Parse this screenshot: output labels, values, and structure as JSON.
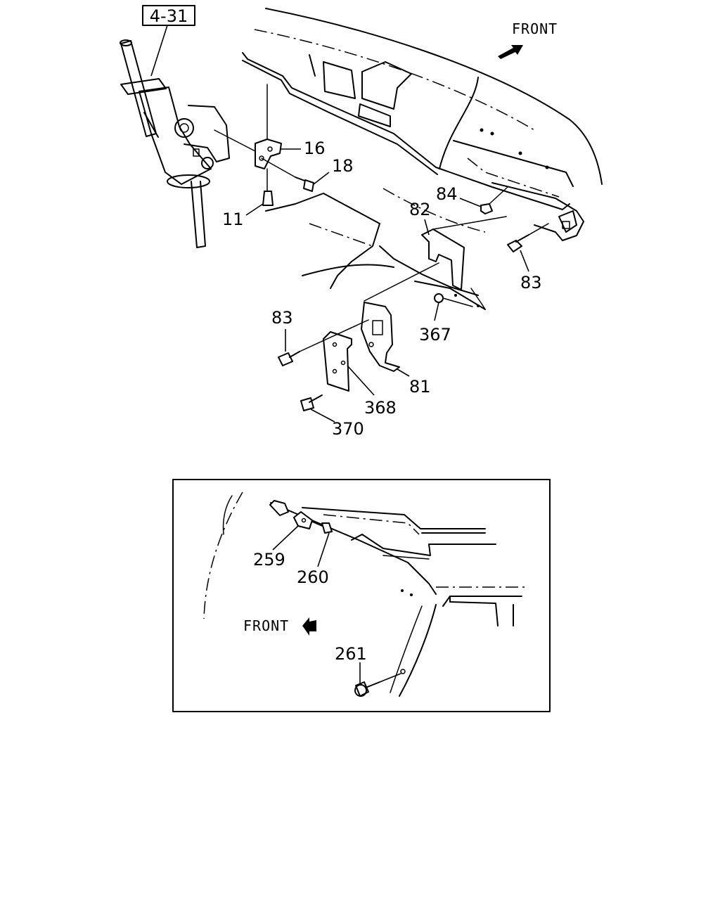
{
  "ref_box": "4-31",
  "front_labels": [
    "FRONT",
    "FRONT"
  ],
  "main_labels": {
    "p16": "16",
    "p18": "18",
    "p11": "11",
    "p84": "84",
    "p82": "82",
    "p83a": "83",
    "p83b": "83",
    "p367": "367",
    "p81": "81",
    "p368": "368",
    "p370": "370"
  },
  "inset_labels": {
    "p259": "259",
    "p260": "260",
    "p261": "261"
  }
}
